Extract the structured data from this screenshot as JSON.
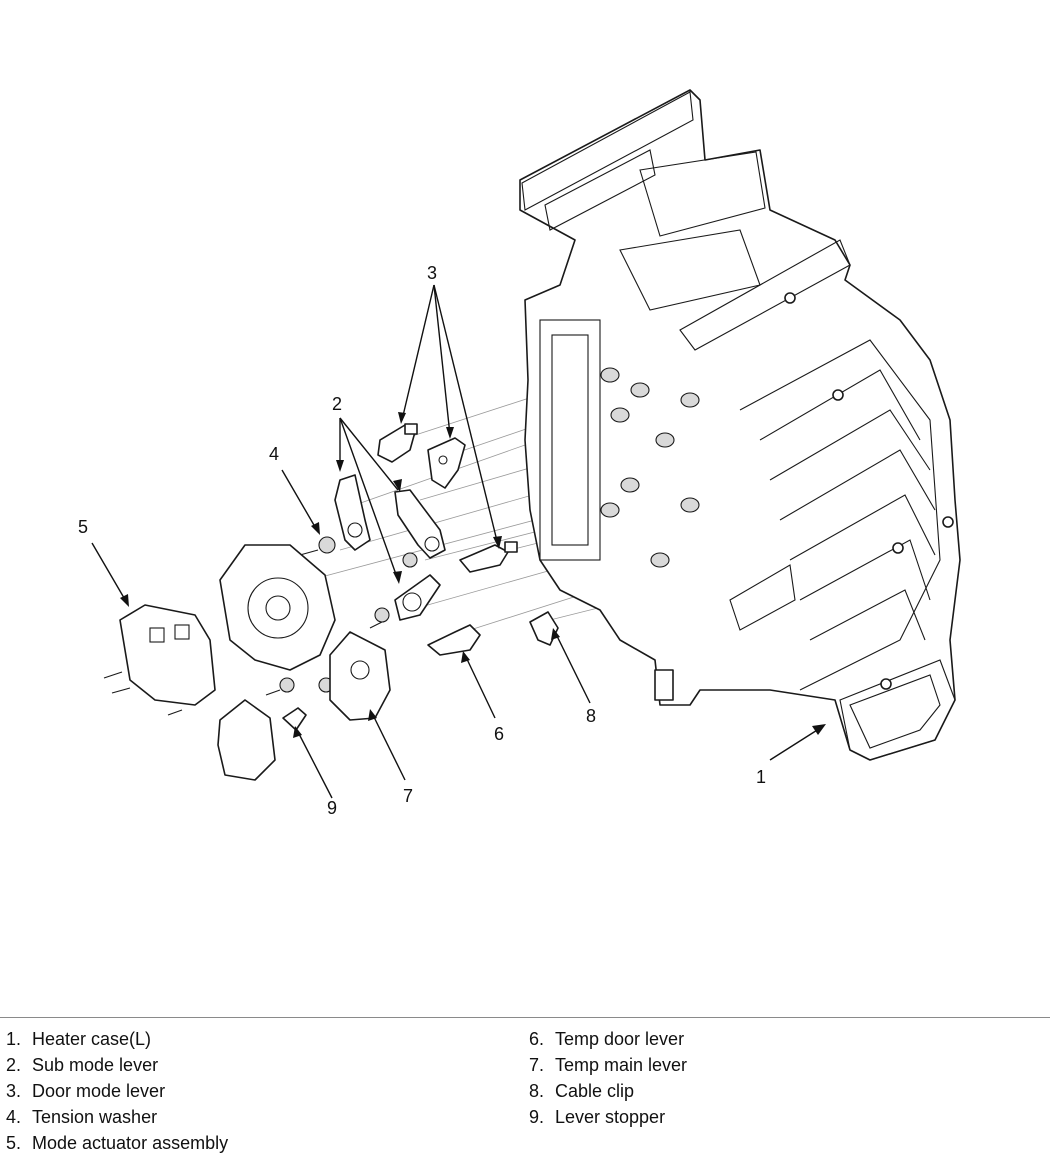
{
  "callouts": [
    "1",
    "2",
    "3",
    "4",
    "5",
    "6",
    "7",
    "8",
    "9"
  ],
  "legend": {
    "left": [
      {
        "num": "1.",
        "text": "Heater case(L)"
      },
      {
        "num": "2.",
        "text": "Sub mode lever"
      },
      {
        "num": "3.",
        "text": "Door mode lever"
      },
      {
        "num": "4.",
        "text": "Tension washer"
      },
      {
        "num": "5.",
        "text": "Mode actuator assembly"
      }
    ],
    "right": [
      {
        "num": "6.",
        "text": "Temp door lever"
      },
      {
        "num": "7.",
        "text": "Temp main lever"
      },
      {
        "num": "8.",
        "text": "Cable clip"
      },
      {
        "num": "9.",
        "text": "Lever stopper"
      }
    ]
  }
}
